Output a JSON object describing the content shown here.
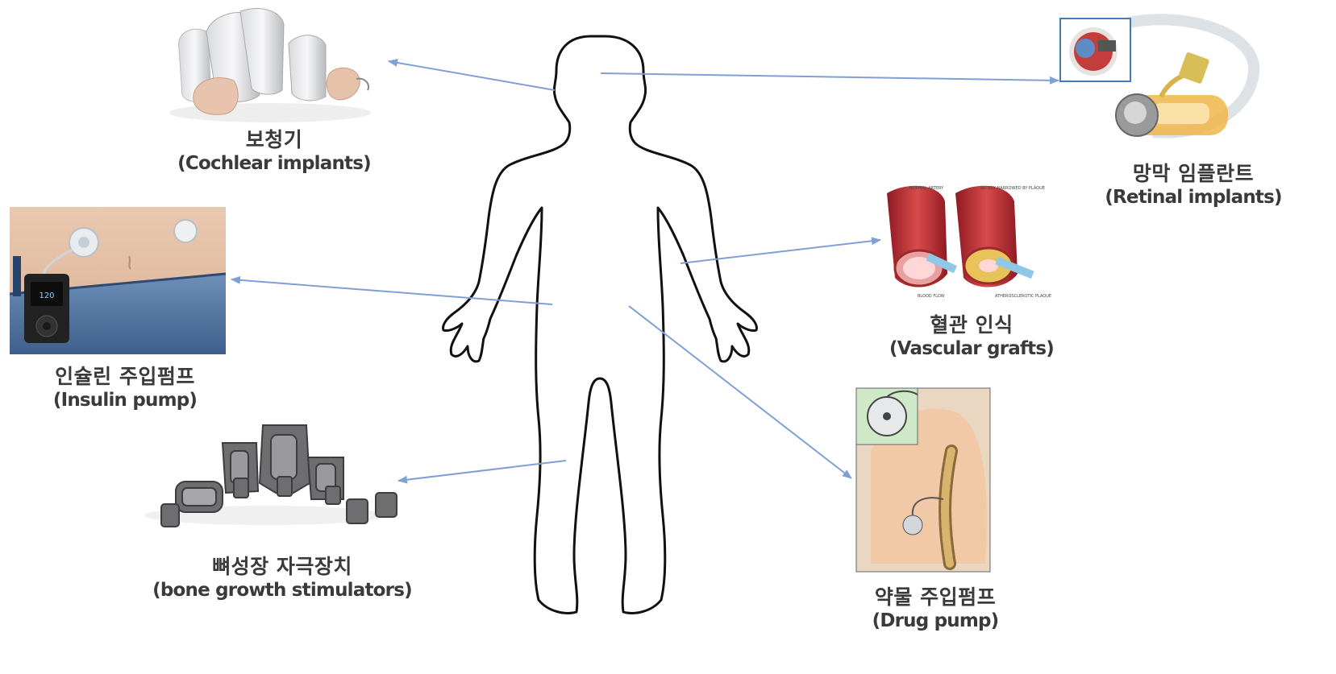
{
  "devices": [
    {
      "id": "cochlear",
      "korean": "보청기",
      "english": "(Cochlear implants)"
    },
    {
      "id": "retinal",
      "korean": "망막 임플란트",
      "english": "(Retinal implants)"
    },
    {
      "id": "insulin",
      "korean": "인슐린 주입펌프",
      "english": "(Insulin pump)"
    },
    {
      "id": "vascular",
      "korean": "혈관 인식",
      "english": "(Vascular grafts)"
    },
    {
      "id": "bone",
      "korean": "뼈성장 자극장치",
      "english": "(bone growth stimulators)"
    },
    {
      "id": "drug",
      "korean": "약물 주입펌프",
      "english": "(Drug pump)"
    }
  ],
  "vascular_figure": {
    "normal_artery": "NORMAL ARTERY",
    "narrowed_artery": "ARTERY NARROWED BY PLAQUE",
    "blood_flow": "BLOOD FLOW",
    "plaque": "ATHEROSCLEROTIC PLAQUE"
  },
  "insulin_pump_display": "120",
  "colors": {
    "arrow": "#7f9fd6",
    "text": "#3a3a3a",
    "artery": "#c8323a",
    "highlight_box": "#3f7fb8"
  }
}
